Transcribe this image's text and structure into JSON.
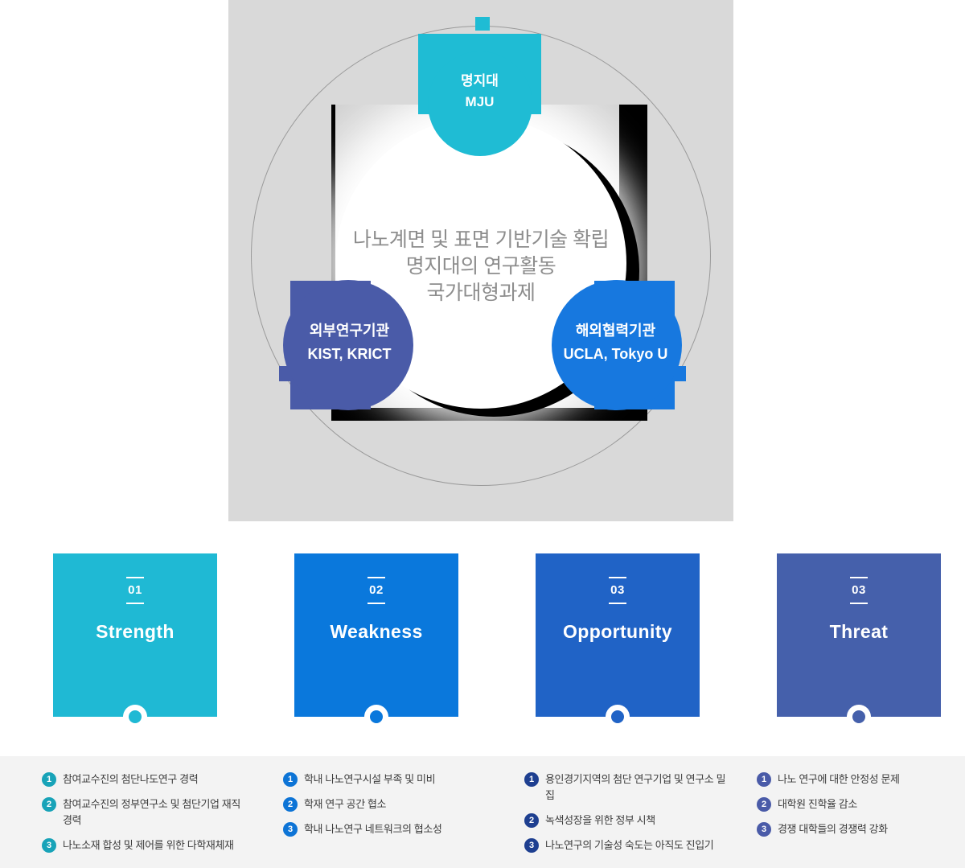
{
  "layout_colors": {
    "page_bg": "#ffffff",
    "panel_bg": "#d9d9d9",
    "ring_color": "#9a9a9a",
    "shadow_black": "#000000",
    "list_section_bg": "#f3f3f3",
    "center_text_color": "#8d8d8d"
  },
  "diagram": {
    "center_text": {
      "line1": "나노계면 및 표면 기반기술 확립",
      "line2": "명지대의 연구활동",
      "line3": "국가대형과제"
    },
    "nodes": {
      "top": {
        "title": "명지대",
        "subtitle": "MJU",
        "color": "#1fbcd4"
      },
      "left": {
        "title": "외부연구기관",
        "subtitle": "KIST, KRICT",
        "color": "#4a5ba8"
      },
      "right": {
        "title": "해외협력기관",
        "subtitle": "UCLA, Tokyo U",
        "color": "#1778df"
      }
    }
  },
  "swot": {
    "cards": [
      {
        "number": "01",
        "title": "Strength",
        "color": "#1fb9d4",
        "bullet_color": "#18a3b8",
        "items": [
          {
            "num": "1",
            "text": "참여교수진의 첨단나도연구 경력"
          },
          {
            "num": "2",
            "text": "참여교수진의 정부연구소 및 첨단기업 재직경력"
          },
          {
            "num": "3",
            "text": "나노소재 합성 및 제어를 위한 다학재체재"
          }
        ]
      },
      {
        "number": "02",
        "title": "Weakness",
        "color": "#0a78dc",
        "bullet_color": "#0d74d6",
        "items": [
          {
            "num": "1",
            "text": "학내 나노연구시설 부족 및 미비"
          },
          {
            "num": "2",
            "text": "학재 연구 공간 협소"
          },
          {
            "num": "3",
            "text": "학내 나노연구 네트워크의 협소성"
          }
        ]
      },
      {
        "number": "03",
        "title": "Opportunity",
        "color": "#2063c6",
        "bullet_color": "#1e3f90",
        "items": [
          {
            "num": "1",
            "text": "용인경기지역의 첨단 연구기업 및 연구소 밀집"
          },
          {
            "num": "2",
            "text": "녹색성장을 위한 정부 시책"
          },
          {
            "num": "3",
            "text": "나노연구의 기술성 숙도는 아직도 진입기"
          }
        ]
      },
      {
        "number": "03",
        "title": "Threat",
        "color": "#4560ab",
        "bullet_color": "#4a5ba8",
        "items": [
          {
            "num": "1",
            "text": "나노 연구에 대한 안정성 문제"
          },
          {
            "num": "2",
            "text": "대학원 진학율 감소"
          },
          {
            "num": "3",
            "text": "경쟁 대학들의 경쟁력 강화"
          }
        ]
      }
    ]
  }
}
